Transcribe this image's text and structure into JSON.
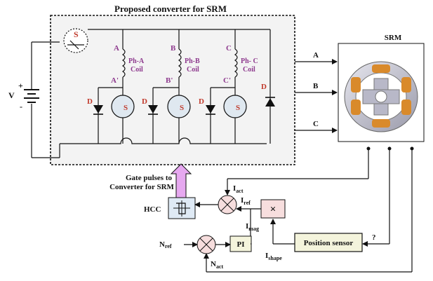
{
  "title": "Proposed converter for SRM",
  "srm_label": "SRM",
  "source": {
    "label": "V",
    "plus": "+",
    "minus": "-"
  },
  "switch_top": "S",
  "phases": [
    {
      "top": "A",
      "bottom": "A'",
      "coil1": "Ph-A",
      "coil2": "Coil",
      "diode": "D",
      "switch": "S"
    },
    {
      "top": "B",
      "bottom": "B'",
      "coil1": "Ph-B",
      "coil2": "Coil",
      "diode": "D",
      "switch": "S"
    },
    {
      "top": "C",
      "bottom": "C'",
      "coil1": "Ph- C",
      "coil2": "Coil",
      "diode": "D",
      "switch": "S"
    }
  ],
  "free_diode": "D",
  "outputs": [
    "A",
    "B",
    "C"
  ],
  "gate_text_1": "Gate pulses to",
  "gate_text_2": "Converter for SRM",
  "hcc": "HCC",
  "i_act": "I",
  "i_act_sub": "act",
  "i_ref": "I",
  "i_ref_sub": "ref",
  "i_mag": "I",
  "i_mag_sub": "mag",
  "i_shape": "I",
  "i_shape_sub": "shape",
  "multiply": "×",
  "pi": "PI",
  "n_ref": "N",
  "n_ref_sub": "ref",
  "n_act": "N",
  "n_act_sub": "act",
  "position_sensor": "Position sensor",
  "question": "?",
  "sum_signs": {
    "plus": "+",
    "minus": "-"
  },
  "colors": {
    "red_label": "#c0392b",
    "purple_label": "#8e3a8e",
    "arrow_fill": "#e6a8f0",
    "sensor_box": "#f4f4dc",
    "hcc_box": "#dfeaf5",
    "mult_box": "#f7dede"
  }
}
